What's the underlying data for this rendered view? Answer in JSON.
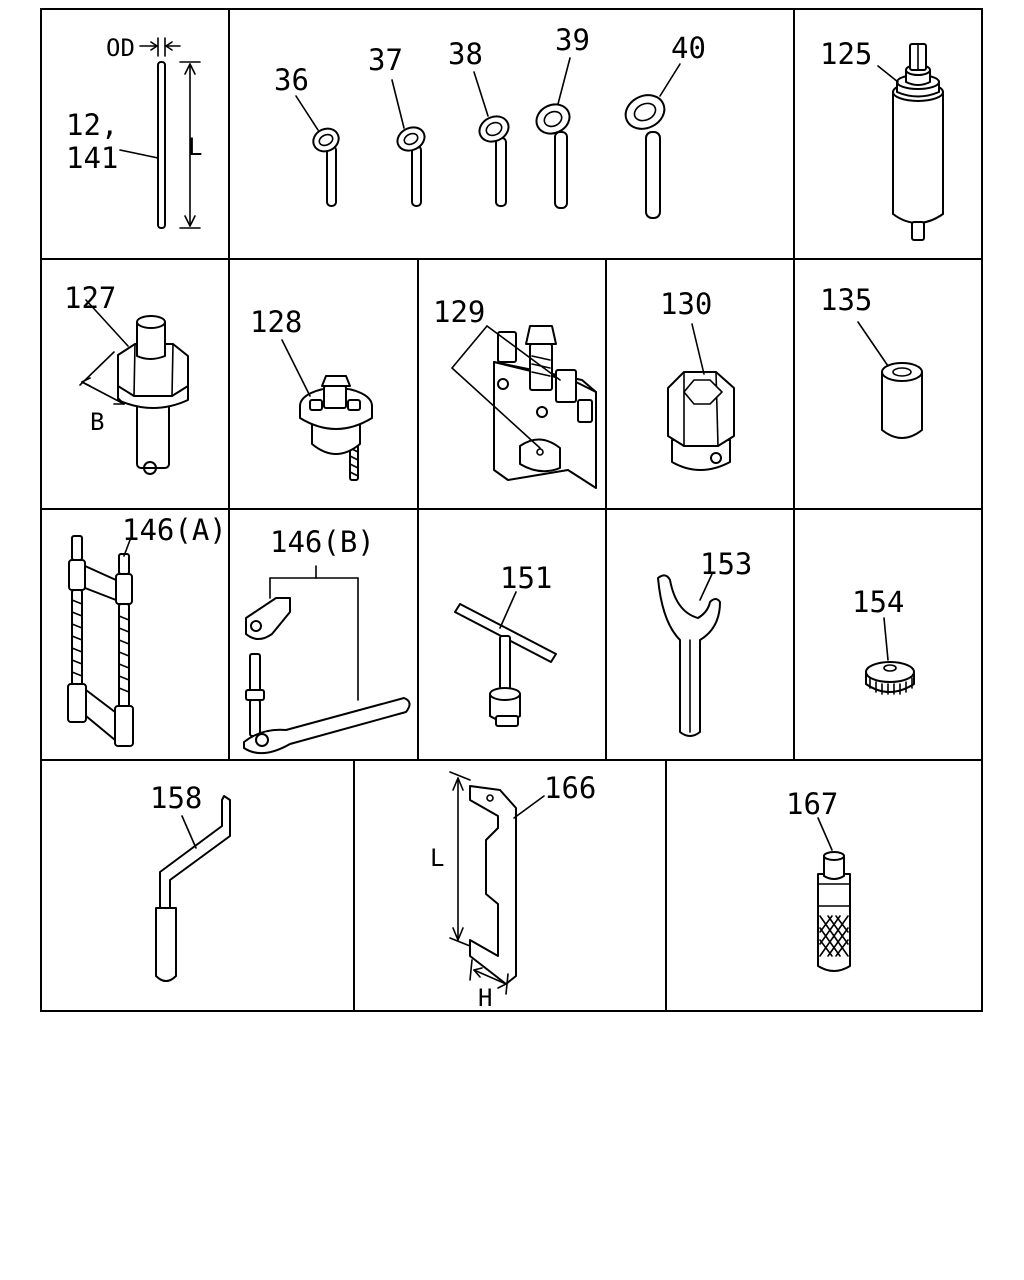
{
  "diagram": {
    "cells": [
      {
        "id": "cell-12-141",
        "labels": [
          "12,",
          "141"
        ],
        "dims": [
          "OD",
          "L"
        ],
        "icon": "pin-rod-icon"
      },
      {
        "id": "cell-36-40",
        "labels": [
          "36",
          "37",
          "38",
          "39",
          "40"
        ],
        "icon": "ratchet-wrench-icon"
      },
      {
        "id": "cell-125",
        "labels": [
          "125"
        ],
        "icon": "cylinder-tool-icon"
      },
      {
        "id": "cell-127",
        "labels": [
          "127"
        ],
        "dims": [
          "B"
        ],
        "icon": "hex-socket-extension-icon"
      },
      {
        "id": "cell-128",
        "labels": [
          "128"
        ],
        "icon": "puller-adapter-icon"
      },
      {
        "id": "cell-129",
        "labels": [
          "129"
        ],
        "icon": "bearing-puller-icon"
      },
      {
        "id": "cell-130",
        "labels": [
          "130"
        ],
        "icon": "hex-socket-icon"
      },
      {
        "id": "cell-135",
        "labels": [
          "135"
        ],
        "icon": "sleeve-icon"
      },
      {
        "id": "cell-146a",
        "labels": [
          "146(A)"
        ],
        "icon": "compressor-frame-icon"
      },
      {
        "id": "cell-146b",
        "labels": [
          "146(B)"
        ],
        "icon": "spanner-set-icon"
      },
      {
        "id": "cell-151",
        "labels": [
          "151"
        ],
        "icon": "t-handle-tool-icon"
      },
      {
        "id": "cell-153",
        "labels": [
          "153"
        ],
        "icon": "hook-spanner-icon"
      },
      {
        "id": "cell-154",
        "labels": [
          "154"
        ],
        "icon": "knurled-cap-icon"
      },
      {
        "id": "cell-158",
        "labels": [
          "158"
        ],
        "icon": "crank-handle-icon"
      },
      {
        "id": "cell-166",
        "labels": [
          "166"
        ],
        "dims": [
          "L",
          "H"
        ],
        "icon": "gauge-plate-icon"
      },
      {
        "id": "cell-167",
        "labels": [
          "167"
        ],
        "icon": "knurled-driver-icon"
      }
    ]
  }
}
